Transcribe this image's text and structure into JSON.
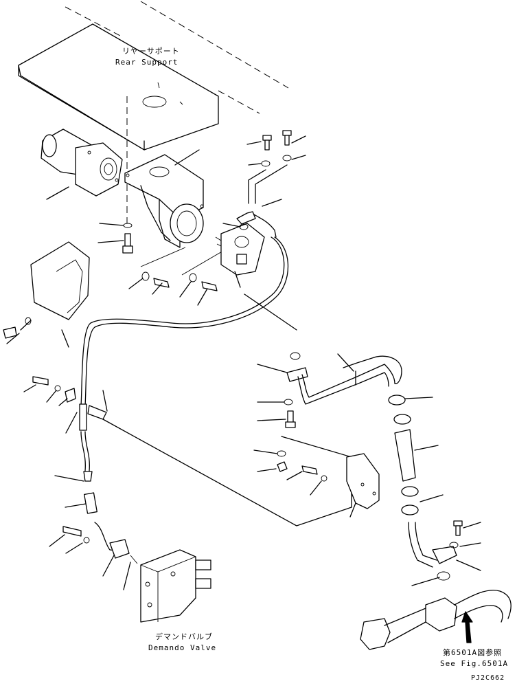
{
  "diagram": {
    "labels": {
      "rear_support_jp": "リヤーサポート",
      "rear_support_en": "Rear Support",
      "demand_valve_jp": "デマンドバルブ",
      "demand_valve_en": "Demando Valve",
      "see_fig_jp": "第6501A図参照",
      "see_fig_en": "See Fig.6501A",
      "drawing_code": "PJ2C662"
    },
    "colors": {
      "line": "#000000",
      "background": "#ffffff"
    }
  }
}
